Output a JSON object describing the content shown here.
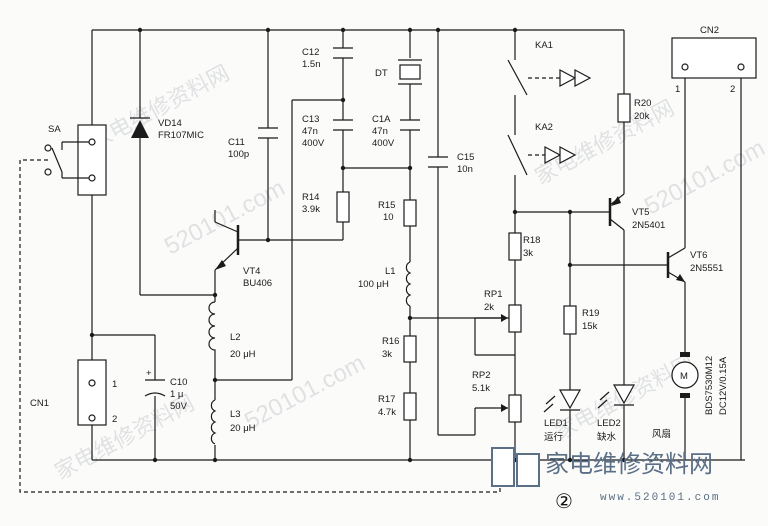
{
  "labels": {
    "sa": "SA",
    "vd14_name": "VD14",
    "vd14_part": "FR107MIC",
    "c11_name": "C11",
    "c11_val": "100p",
    "c12_name": "C12",
    "c12_val": "1.5n",
    "c13_name": "C13",
    "c13_val": "47n",
    "c13_volt": "400V",
    "c1a_name": "C1A",
    "c1a_val": "47n",
    "c1a_volt": "400V",
    "dt": "DT",
    "c15_name": "C15",
    "c15_val": "10n",
    "r14_name": "R14",
    "r14_val": "3.9k",
    "r15_name": "R15",
    "r15_val": "10",
    "l1_name": "L1",
    "l1_val": "100 μH",
    "vt4_name": "VT4",
    "vt4_part": "BU406",
    "l2_name": "L2",
    "l2_val": "20 μH",
    "l3_name": "L3",
    "l3_val": "20 μH",
    "c10_name": "C10",
    "c10_val": "1 μ",
    "c10_volt": "50V",
    "cn1": "CN1",
    "cn1_pin1": "1",
    "cn1_pin2": "2",
    "r16_name": "R16",
    "r16_val": "3k",
    "r17_name": "R17",
    "r17_val": "4.7k",
    "rp1_name": "RP1",
    "rp1_val": "2k",
    "rp2_name": "RP2",
    "rp2_val": "5.1k",
    "ka1": "KA1",
    "ka2": "KA2",
    "r18_name": "R18",
    "r18_val": "3k",
    "r19_name": "R19",
    "r19_val": "15k",
    "led1_name": "LED1",
    "led1_desc": "运行",
    "led2_name": "LED2",
    "led2_desc": "缺水",
    "r20_name": "R20",
    "r20_val": "20k",
    "vt5_name": "VT5",
    "vt5_part": "2N5401",
    "vt6_name": "VT6",
    "vt6_part": "2N5551",
    "cn2": "CN2",
    "cn2_pin1": "1",
    "cn2_pin2": "2",
    "motor": "M",
    "motor_part": "BDS7530M12",
    "motor_rating": "DC12V/0.15A",
    "fan": "风扇",
    "figure_number": "②"
  },
  "watermark": {
    "site_logo": "家电维修资料网",
    "site_url": "520101.com",
    "logo_small": "www.520101.com"
  },
  "colors": {
    "ink": "#1b1b1b",
    "watermark": "#9aa0a6",
    "logo": "#5b6f86"
  }
}
